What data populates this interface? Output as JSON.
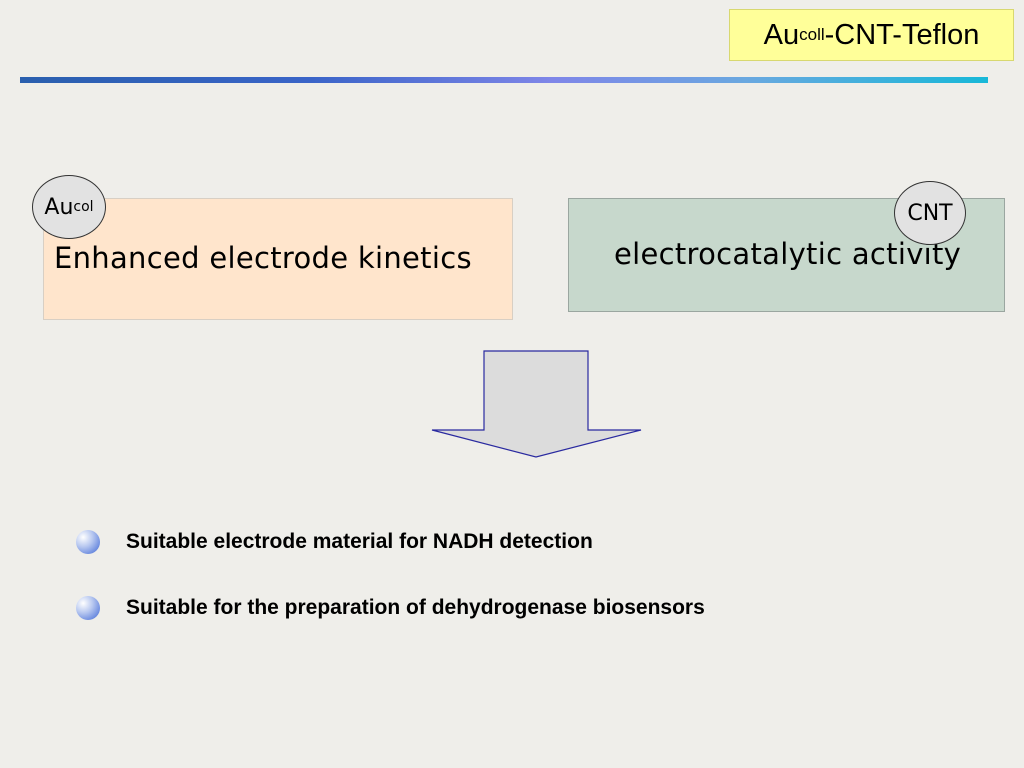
{
  "title": {
    "main": "Au",
    "sub": "coll",
    "suffix": "-CNT-Teflon"
  },
  "boxes": {
    "left": {
      "text": "Enhanced electrode kinetics",
      "badge": {
        "main": "Au",
        "sub": "col"
      }
    },
    "right": {
      "text": "electrocatalytic activity",
      "badge": "CNT"
    }
  },
  "bullets": [
    {
      "text": "Suitable electrode material for NADH detection"
    },
    {
      "text": "Suitable for the preparation of dehydrogenase biosensors"
    }
  ],
  "colors": {
    "title_bg": "#ffff99",
    "left_box_bg": "#ffe5cc",
    "right_box_bg": "#c7d8cc",
    "arrow_fill": "#dcdcdc",
    "arrow_stroke": "#2a2aa0"
  }
}
